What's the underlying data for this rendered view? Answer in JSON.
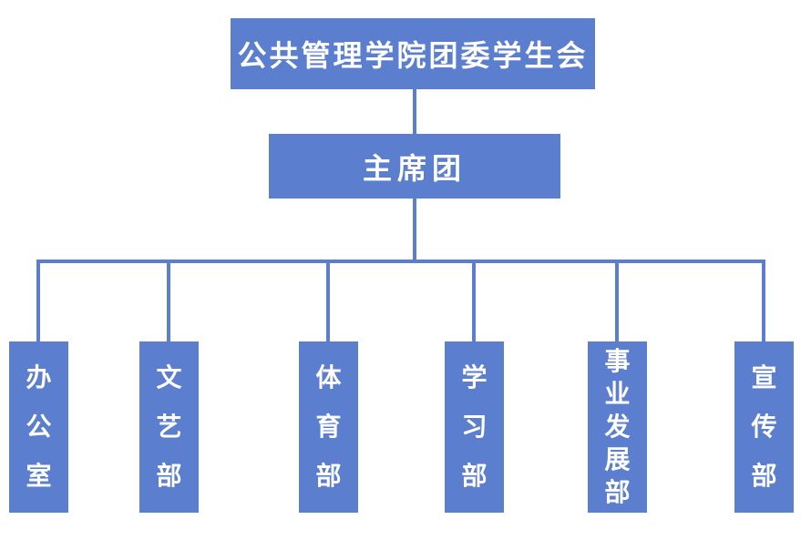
{
  "diagram": {
    "type": "org-chart",
    "root": {
      "label": "公共管理学院团委学生会"
    },
    "level2": {
      "label": "主席团"
    },
    "departments": [
      {
        "label": "办公室"
      },
      {
        "label": "文艺部"
      },
      {
        "label": "体育部"
      },
      {
        "label": "学习部"
      },
      {
        "label": "事业发展部"
      },
      {
        "label": "宣传部"
      }
    ],
    "colors": {
      "node_fill": "#5b7ece",
      "node_text": "#ffffff",
      "connector": "#5b7ece",
      "background": "#ffffff"
    }
  }
}
